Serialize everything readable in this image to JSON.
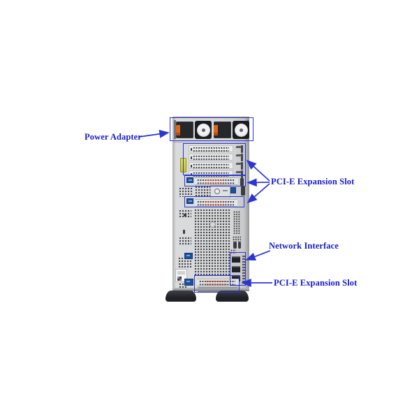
{
  "diagram": {
    "title_hint": "server-rear-panel-callout-diagram",
    "labels": {
      "power_adapter": "Power Adapter",
      "pcie_expansion_top": "PCI-E Expansion Slot",
      "network_interface": "Network Interface",
      "pcie_expansion_bottom": "PCI-E Expansion Slot"
    },
    "colors": {
      "annotation_blue": "#2b35d2",
      "label_text_blue": "#1a1acc",
      "chassis_gray": "#d6d7d9",
      "psu_orange": "#e2641c",
      "latch_yellow": "#d4d03a",
      "port_blue": "#1e4e9c",
      "foot_dark": "#24262c"
    }
  }
}
